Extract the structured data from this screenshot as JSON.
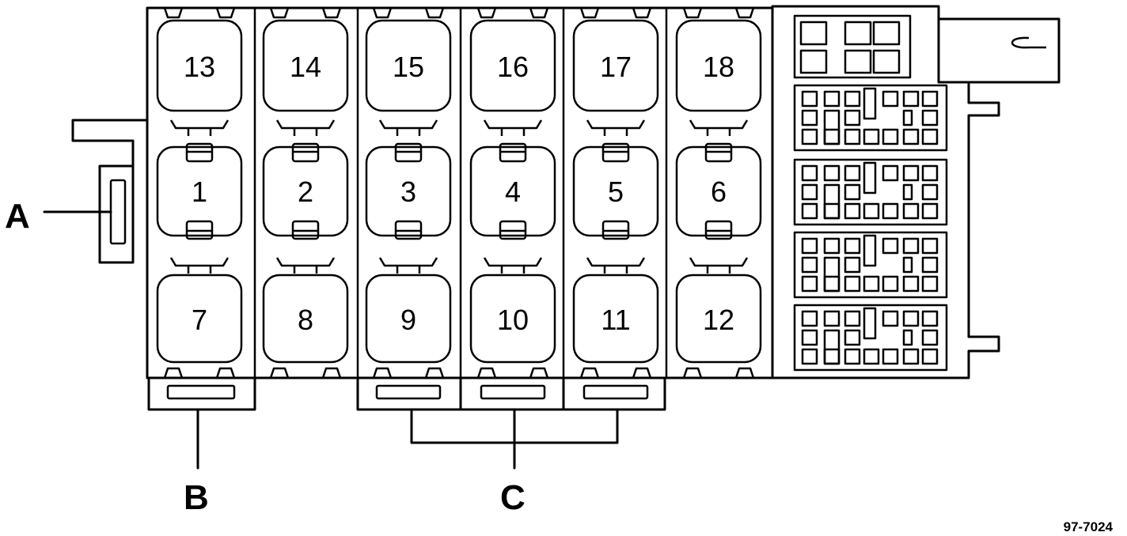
{
  "relay_positions": [
    "13",
    "14",
    "15",
    "16",
    "17",
    "18",
    "1",
    "2",
    "3",
    "4",
    "5",
    "6",
    "7",
    "8",
    "9",
    "10",
    "11",
    "12"
  ],
  "callouts": {
    "a": "A",
    "b": "B",
    "c": "C"
  },
  "figure_ref": "97-7024"
}
